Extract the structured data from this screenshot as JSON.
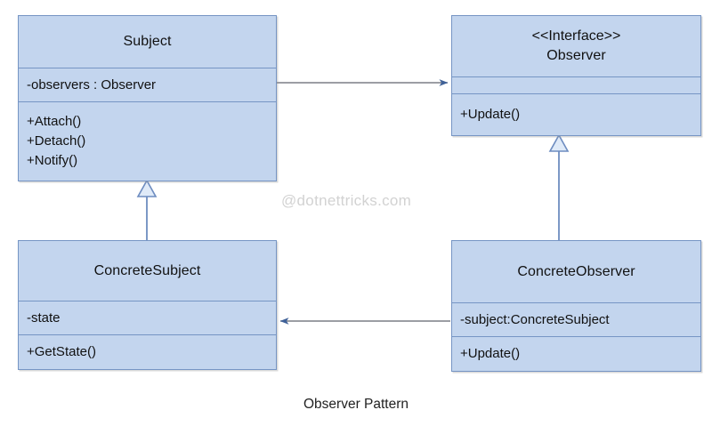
{
  "diagram": {
    "type": "uml-class-diagram",
    "caption": "Observer Pattern",
    "watermark": "@dotnettricks.com",
    "colors": {
      "box_fill": "#c3d5ee",
      "box_border": "#7695c4",
      "connector": "#5b7fb4",
      "background": "#ffffff",
      "text": "#111111",
      "watermark": "#d2d2d2"
    },
    "classes": {
      "subject": {
        "name": "Subject",
        "attributes": [
          "-observers : Observer"
        ],
        "operations": [
          "+Attach()",
          "+Detach()",
          "+Notify()"
        ]
      },
      "observer": {
        "stereotype": "<<Interface>>",
        "name": "Observer",
        "attributes": [],
        "operations": [
          "+Update()"
        ]
      },
      "concrete_subject": {
        "name": "ConcreteSubject",
        "attributes": [
          "-state"
        ],
        "operations": [
          "+GetState()"
        ]
      },
      "concrete_observer": {
        "name": "ConcreteObserver",
        "attributes": [
          "-subject:ConcreteSubject"
        ],
        "operations": [
          "+Update()"
        ]
      }
    },
    "relationships": [
      {
        "id": "subject-observes",
        "kind": "association",
        "from": "Subject",
        "to": "Observer",
        "arrow": "open-arrow",
        "direction": "right"
      },
      {
        "id": "concretesubject-inherits-subject",
        "kind": "generalization",
        "from": "ConcreteSubject",
        "to": "Subject",
        "arrow": "hollow-triangle",
        "direction": "up"
      },
      {
        "id": "concreteobserver-implements-observer",
        "kind": "realization",
        "from": "ConcreteObserver",
        "to": "Observer",
        "arrow": "hollow-triangle",
        "direction": "up"
      },
      {
        "id": "concreteobserver-references-concretesubject",
        "kind": "association",
        "from": "ConcreteObserver",
        "to": "ConcreteSubject",
        "arrow": "open-arrow",
        "direction": "left"
      }
    ]
  }
}
